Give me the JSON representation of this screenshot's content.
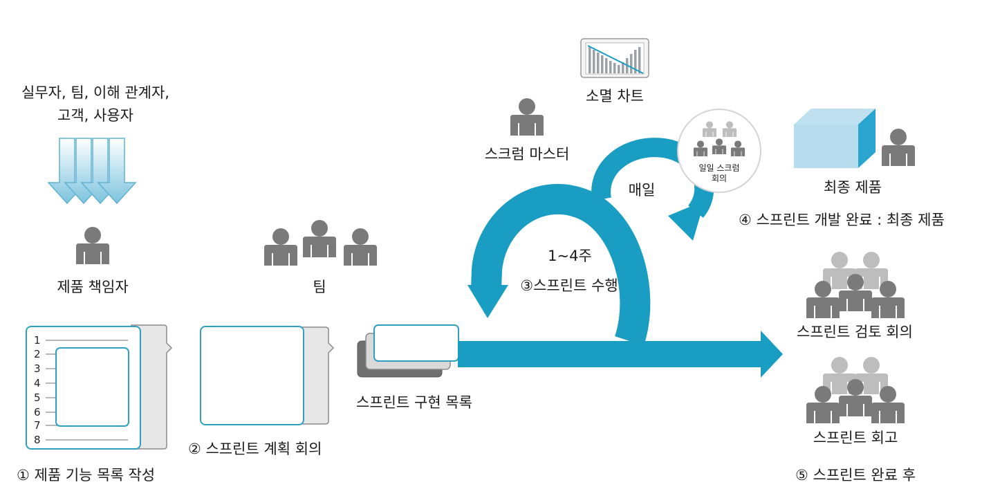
{
  "stakeholders": {
    "line1": "실무자, 팀, 이해 관계자,",
    "line2": "고객, 사용자"
  },
  "roles": {
    "product_owner": "제품 책임자",
    "team": "팀",
    "scrum_master": "스크럼 마스터",
    "burndown_chart": "소멸 차트"
  },
  "backlog": {
    "numbers": [
      "1",
      "2",
      "3",
      "4",
      "5",
      "6",
      "7",
      "8"
    ]
  },
  "steps": {
    "step1": "① 제품 기능 목록 작성",
    "step2": "② 스프린트 계획 회의",
    "sprint_backlog": "스프린트 구현 목록",
    "duration": "1~4주",
    "step3": "③스프린트 수행",
    "daily": "매일",
    "daily_scrum_line1": "일일 스크럼",
    "daily_scrum_line2": "회의",
    "final_product": "최종 제품",
    "step4": "④ 스프린트 개발 완료 : 최종 제품",
    "sprint_review": "스프린트 검토 회의",
    "sprint_retro": "스프린트 회고",
    "step5": "⑤ 스프린트 완료 후"
  },
  "colors": {
    "accent": "#1a9dc2",
    "person": "#7a7a7a",
    "person_light": "#bdbdbd"
  }
}
